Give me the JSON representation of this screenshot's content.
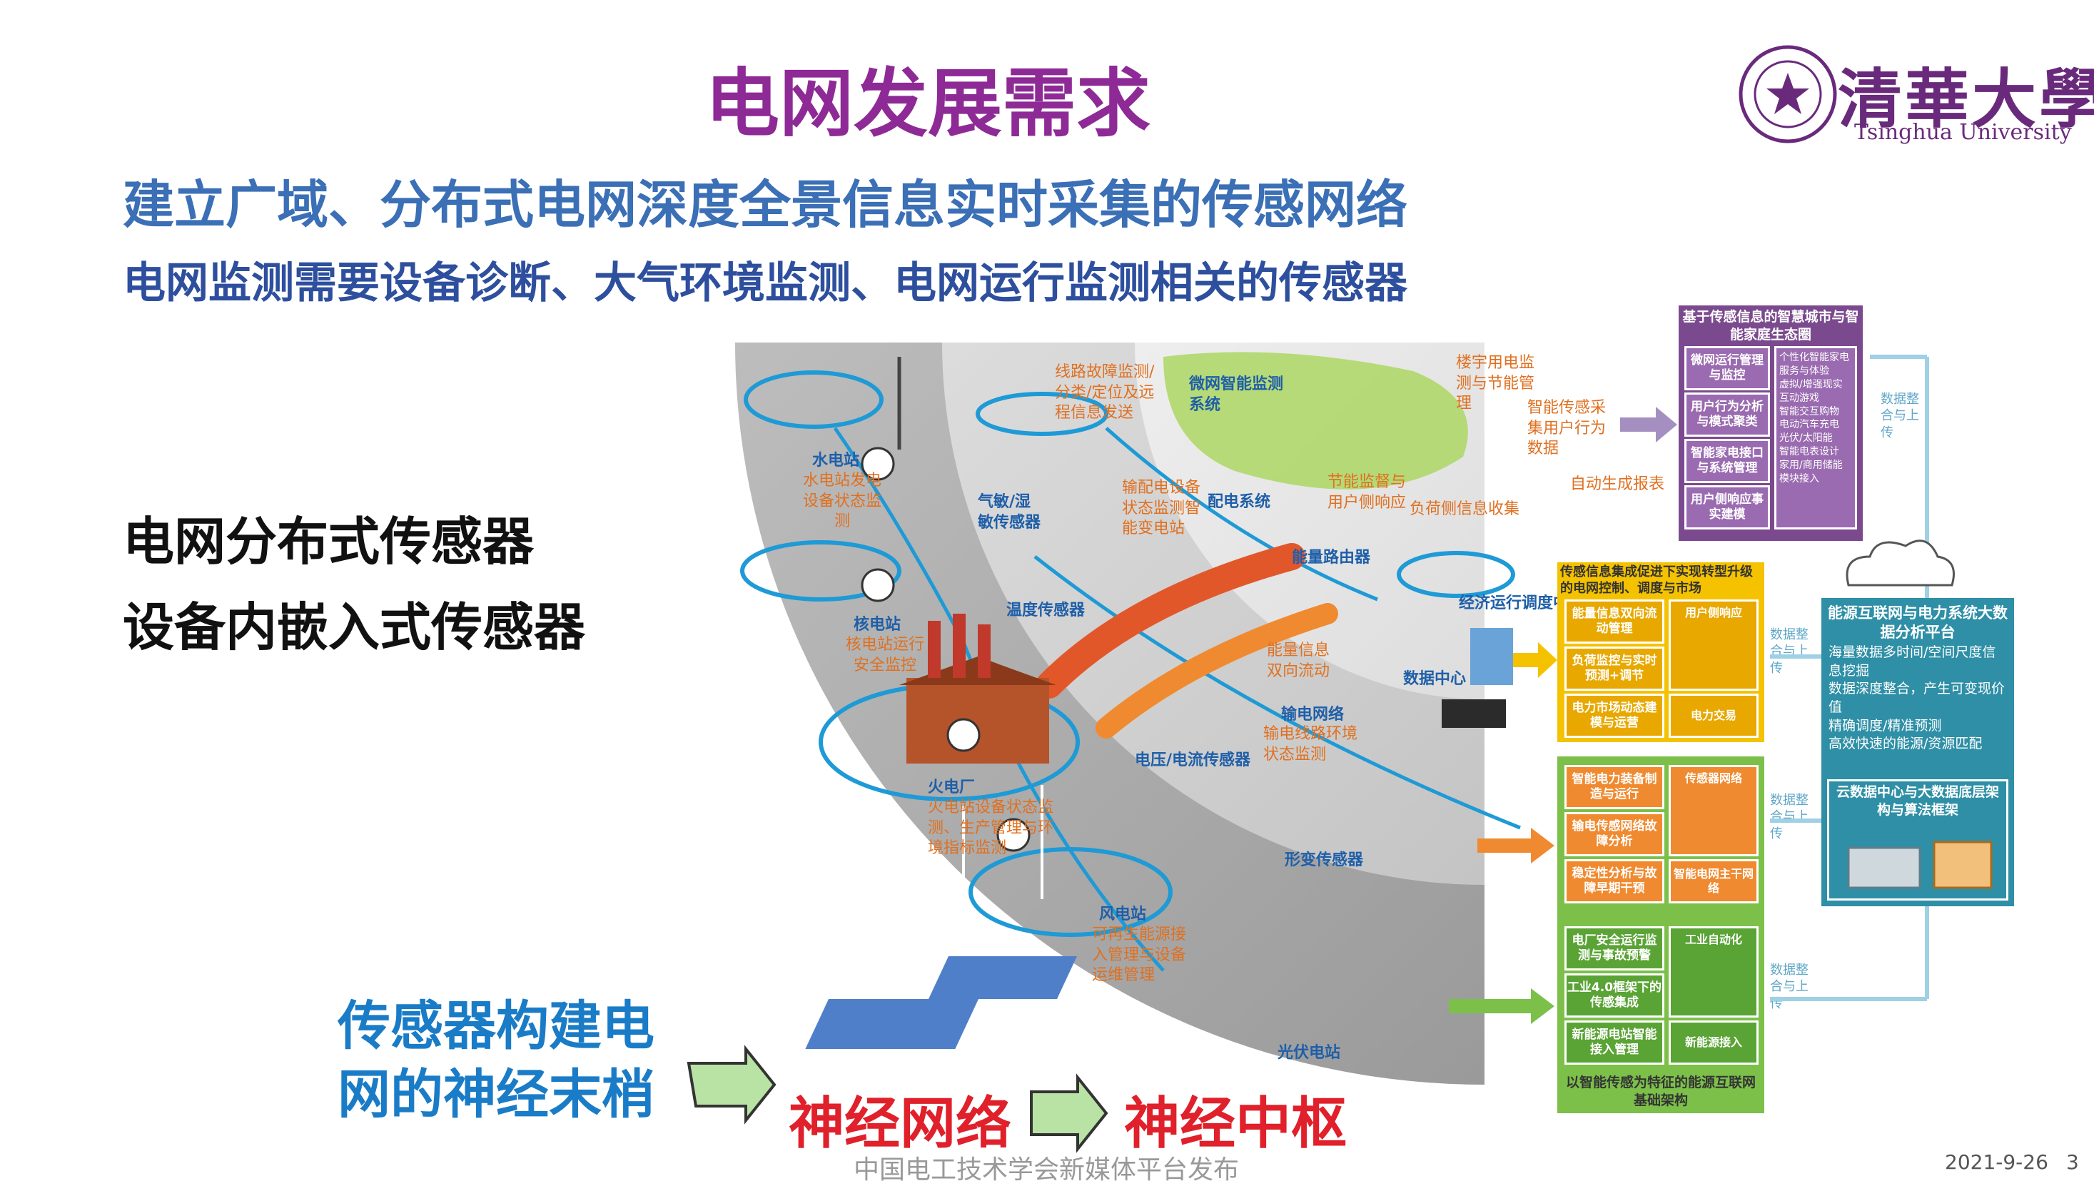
{
  "header": {
    "title": "电网发展需求",
    "subtitle1": "建立广域、分布式电网深度全景信息实时采集的传感网络",
    "subtitle2": "电网监测需要设备诊断、大气环境监测、电网运行监测相关的传感器"
  },
  "logo": {
    "cn": "清華大學",
    "en": "Tsinghua University"
  },
  "left": {
    "line1": "电网分布式传感器",
    "line2": "设备内嵌入式传感器"
  },
  "bottom": {
    "nerve_line1": "传感器构建电",
    "nerve_line2": "网的神经末梢",
    "network": "神经网络",
    "center": "神经中枢"
  },
  "footer": {
    "source": "中国电工技术学会新媒体平台发布",
    "date": "2021-9-26",
    "page": "3"
  },
  "diagram": {
    "stations": [
      {
        "name": "水电站",
        "desc": "水电站发电设备状态监测"
      },
      {
        "name": "核电站",
        "desc": "核电站运行安全监控"
      },
      {
        "name": "火电厂",
        "desc": "火电站设备状态监测、生产管理与环境指标监测"
      },
      {
        "name": "风电站",
        "desc": "可再生能源接入管理与设备运维管理"
      },
      {
        "name": "光伏电站",
        "desc": ""
      }
    ],
    "sensors": [
      "气敏/湿敏传感器",
      "温度传感器",
      "电压/电流传感器",
      "形变传感器"
    ],
    "middle": {
      "line_fault": "线路故障监测/分类/定位及远程信息发送",
      "transformer": "输配电设备状态监测智能变电站",
      "distribution": "配电系统",
      "router": "能量路由器",
      "flow": "能量信息双向流动",
      "transmission": "输电网络",
      "line_env": "输电线路环境状态监测",
      "datacenter": "数据中心",
      "econ": "经济运行调度中心",
      "microgrid": "微网智能监测系统",
      "building": "楼宇用电监测与节能管理",
      "smart_sensor": "智能传感采集用户行为数据",
      "save_monitor": "节能监督与用户侧响应",
      "load_collect": "负荷侧信息收集",
      "report": "自动生成报表"
    },
    "purple": {
      "title": "基于传感信息的智慧城市与智能家庭生态圈",
      "left": [
        "微网运行管理与监控",
        "用户行为分析与模式聚类",
        "智能家电接口与系统管理",
        "用户侧响应事实建模"
      ],
      "right": [
        "个性化智能家电服务与体验",
        "虚拟/增强现实互动游戏",
        "智能交互购物",
        "电动汽车充电",
        "光伏/太阳能",
        "智能电表设计",
        "家用/商用储能模块接入"
      ]
    },
    "yellow": {
      "title": "传感信息集成促进下实现转型升级的电网控制、调度与市场",
      "left": [
        "能量信息双向流动管理",
        "负荷监控与实时预测+调节",
        "电力市场动态建模与运营"
      ],
      "right": [
        "用户侧响应",
        "电力交易"
      ]
    },
    "green": {
      "footer": "以智能传感为特征的能源互联网基础架构",
      "orange_left": [
        "智能电力装备制造与运行",
        "输电传感网络故障分析",
        "稳定性分析与故障早期干预"
      ],
      "orange_right": [
        "传感器网络",
        "智能电网主干网络"
      ],
      "green_left": [
        "电厂安全运行监测与事故预警",
        "工业4.0框架下的传感集成",
        "新能源电站智能接入管理"
      ],
      "green_right": [
        "工业自动化",
        "新能源接入"
      ]
    },
    "teal": {
      "title": "能源互联网与电力系统大数据分析平台",
      "bullets": [
        "海量数据多时间/空间尺度信息挖掘",
        "数据深度整合，产生可变现价值",
        "精确调度/精准预测",
        "高效快速的能源/资源匹配"
      ],
      "bottom": "云数据中心与大数据底层架构与算法框架"
    },
    "upload_label": "数据整合与上传"
  },
  "colors": {
    "title": "#8e2a96",
    "blue": "#3b6fb6",
    "red": "#e0202a",
    "purple": "#7b4a8e",
    "yellow": "#f5c200",
    "green": "#7cc04a",
    "orange": "#f08a30",
    "teal": "#2e8fa6"
  }
}
